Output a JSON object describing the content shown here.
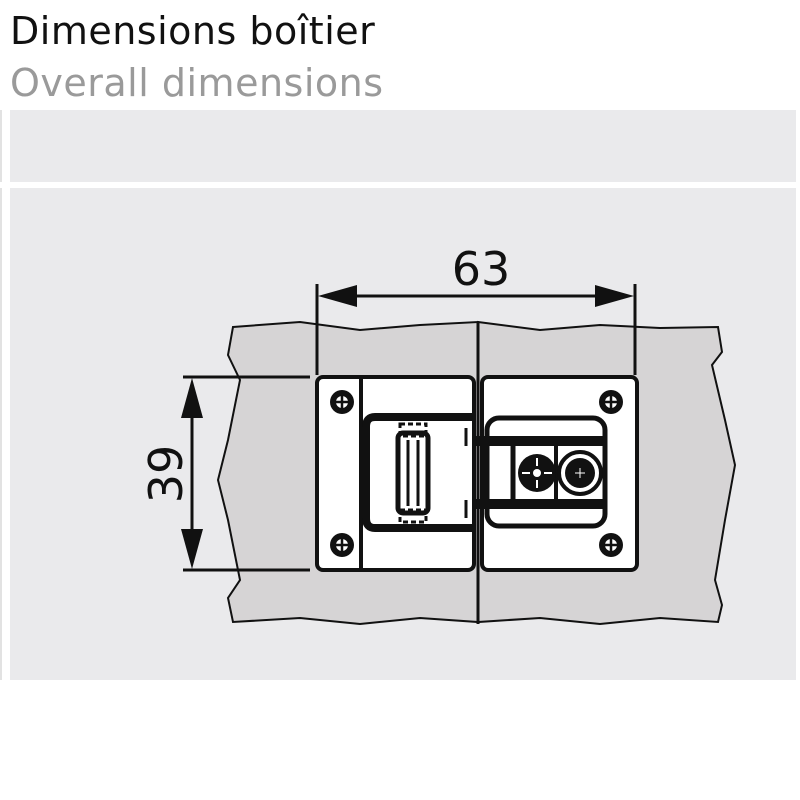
{
  "header": {
    "title": "Dimensions boîtier",
    "subtitle": "Overall dimensions"
  },
  "diagram": {
    "description": "Concealed hinge mounted across two panels, top view",
    "dimensions": {
      "width_label": "63",
      "height_label": "39"
    },
    "colors": {
      "background_panel": "#eaeaec",
      "material": "#d6d4d5",
      "hinge_plate": "#ffffff",
      "line": "#111111",
      "subtitle_text": "#9a9a9a"
    }
  }
}
